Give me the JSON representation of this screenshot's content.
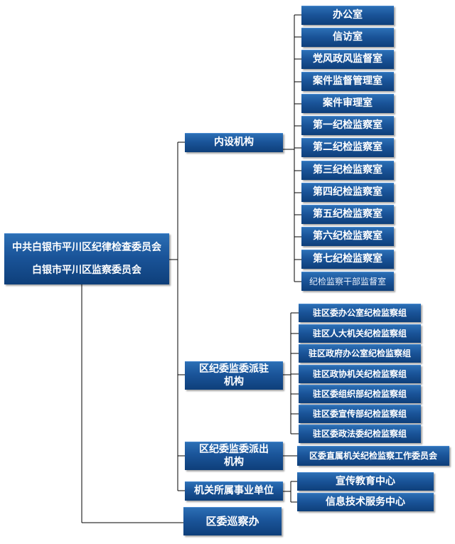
{
  "root": {
    "line1": "中共白银市平川区纪律检查委员会",
    "line2": "白银市平川区监察委员会"
  },
  "internal": {
    "label": "内设机构",
    "items": [
      "办公室",
      "信访室",
      "党风政风监督室",
      "案件监督管理室",
      "案件审理室",
      "第一纪检监察室",
      "第二纪检监察室",
      "第三纪检监察室",
      "第四纪检监察室",
      "第五纪检监察室",
      "第六纪检监察室",
      "第七纪检监察室",
      "纪检监察干部监督室"
    ]
  },
  "dispatched": {
    "label_line1": "区纪委监委派驻",
    "label_line2": "机构",
    "items": [
      "驻区委办公室纪检监察组",
      "驻区人大机关纪检监察组",
      "驻区政府办公室纪检监察组",
      "驻区政协机关纪检监察组",
      "驻区委组织部纪检监察组",
      "驻区委宣传部纪检监察组",
      "驻区委政法委纪检监察组"
    ]
  },
  "outposted": {
    "label_line1": "区纪委监委派出",
    "label_line2": "机构",
    "items": [
      "区委直属机关纪检监察工作委员会"
    ]
  },
  "affiliated": {
    "label": "机关所属事业单位",
    "items": [
      "宣传教育中心",
      "信息技术服务中心"
    ]
  },
  "inspection": {
    "label": "区委巡察办"
  }
}
